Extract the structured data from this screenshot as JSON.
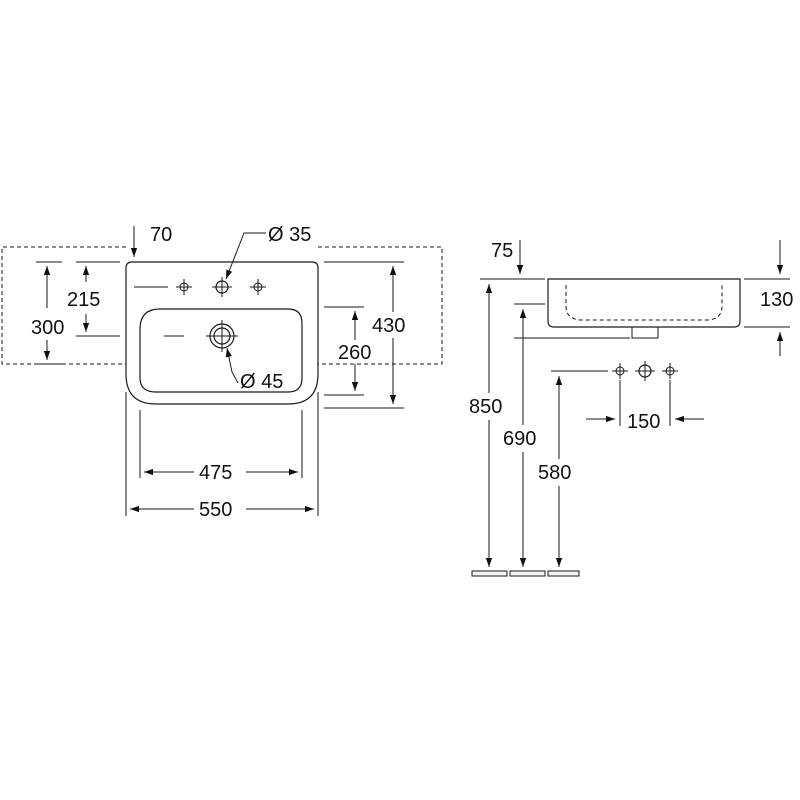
{
  "front_view": {
    "dim_70": "70",
    "dim_dia35": "Ø 35",
    "dim_215": "215",
    "dim_300": "300",
    "dim_430": "430",
    "dim_260": "260",
    "dim_dia45": "Ø 45",
    "dim_475": "475",
    "dim_550": "550"
  },
  "side_view": {
    "dim_75": "75",
    "dim_130": "130",
    "dim_850": "850",
    "dim_690": "690",
    "dim_580": "580",
    "dim_150": "150"
  }
}
